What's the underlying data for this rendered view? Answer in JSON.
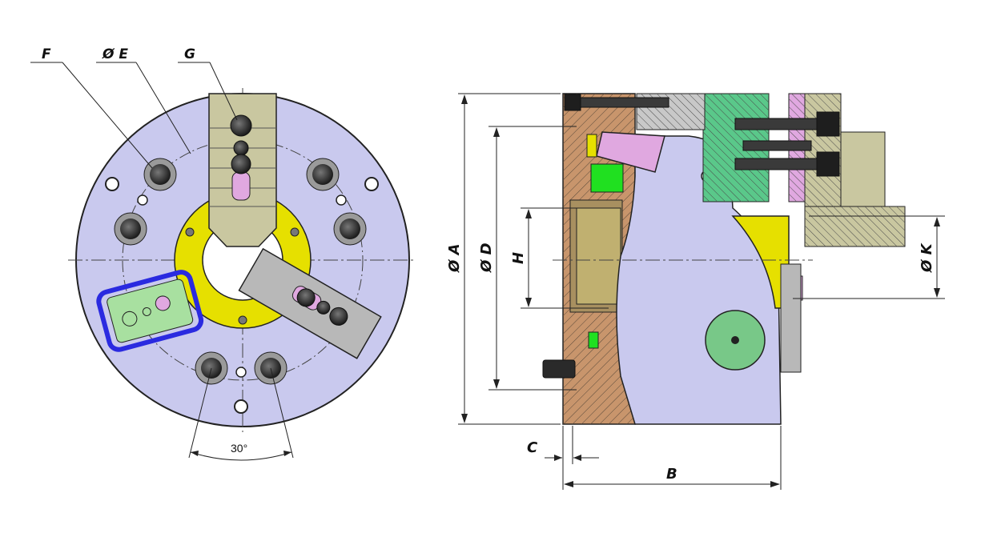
{
  "front_view": {
    "labels": {
      "f": "F",
      "e": "Ø E",
      "g": "G",
      "angle": "30°"
    }
  },
  "section_view": {
    "labels": {
      "a": "Ø A",
      "d": "Ø D",
      "h": "H",
      "k": "Ø K",
      "b": "B",
      "c": "C"
    }
  },
  "colors": {
    "body": "#c9c9ee",
    "jaw": "#c9c7a0",
    "yellow_ring": "#e6e000",
    "green_plate": "#a8e0a0",
    "blue_border": "#2a2ae0",
    "gray_wedge": "#b8b8b8",
    "brown_section": "#c8956c",
    "green_section": "#5ac88a",
    "pink_part": "#e0a8e0",
    "dark_screw": "#2a2a2a"
  }
}
